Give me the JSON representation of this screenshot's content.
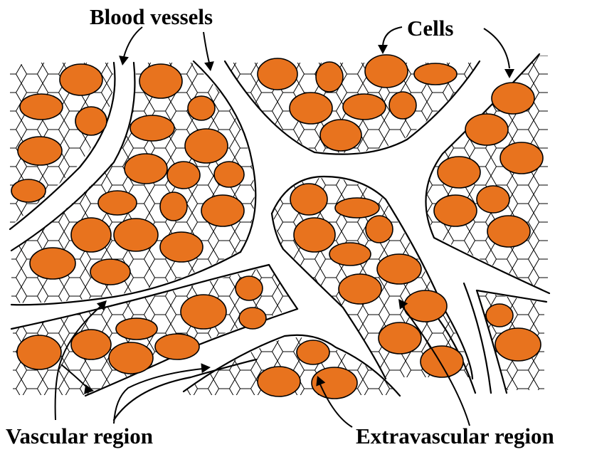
{
  "labels": {
    "blood_vessels": "Blood vessels",
    "cells": "Cells",
    "vascular_region": "Vascular region",
    "extravascular_region": "Extravascular region"
  },
  "colors": {
    "cell_fill": "#E8731E",
    "outline": "#000000",
    "background": "#ffffff"
  }
}
